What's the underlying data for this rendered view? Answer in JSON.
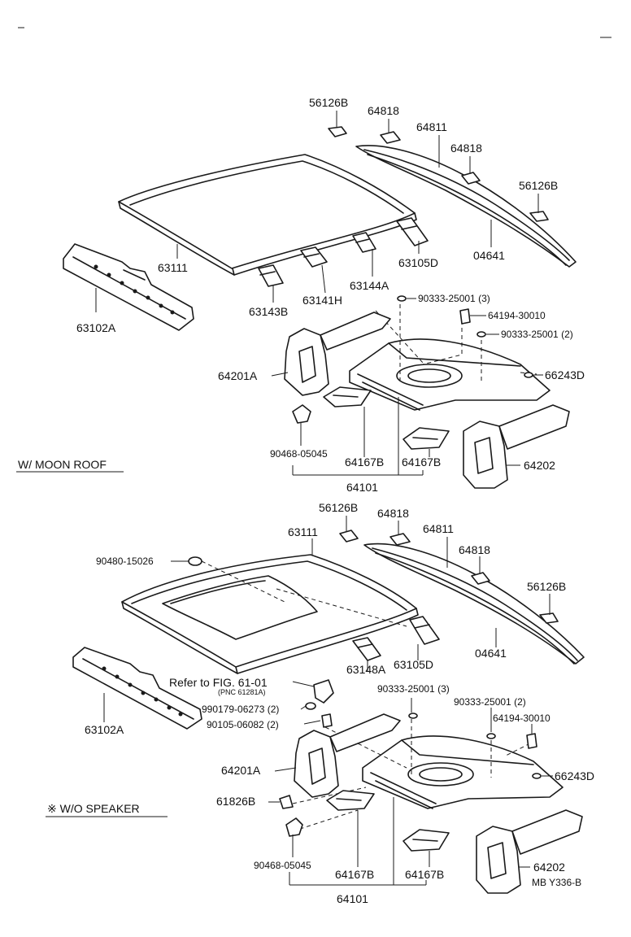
{
  "sections": {
    "top": "W/ MOON ROOF",
    "bottom": "※ W/O SPEAKER"
  },
  "top": {
    "p56126B_a": "56126B",
    "p64818_a": "64818",
    "p64811": "64811",
    "p64818_b": "64818",
    "p56126B_b": "56126B",
    "p04641": "04641",
    "p63111": "63111",
    "p63105D": "63105D",
    "p63144A": "63144A",
    "p63141H": "63141H",
    "p63143B": "63143B",
    "p63102A": "63102A",
    "p90333_3": "90333-25001 (3)",
    "p64194": "64194-30010",
    "p90333_2": "90333-25001 (2)",
    "p66243D": "66243D",
    "p64201A": "64201A",
    "p90468": "90468-05045",
    "p64167B_a": "64167B",
    "p64167B_b": "64167B",
    "p64101": "64101",
    "p64202": "64202"
  },
  "bottom": {
    "p56126B_a": "56126B",
    "p64818_a": "64818",
    "p63111": "63111",
    "p64811": "64811",
    "p64818_b": "64818",
    "p90480": "90480-15026",
    "p56126B_b": "56126B",
    "p63148A": "63148A",
    "p63105D": "63105D",
    "p04641": "04641",
    "p63102A": "63102A",
    "refer": "Refer to FIG. 61-01",
    "pnc": "(PNC 61281A)",
    "p990179": "990179-06273 (2)",
    "p90105": "90105-06082 (2)",
    "p90333_3": "90333-25001 (3)",
    "p90333_2": "90333-25001 (2)",
    "p64194": "64194-30010",
    "p66243D": "66243D",
    "p64201A": "64201A",
    "p61826B": "61826B",
    "p90468": "90468-05045",
    "p64167B_a": "64167B",
    "p64167B_b": "64167B",
    "p64202": "64202",
    "code": "MB Y336-B",
    "p64101": "64101"
  }
}
